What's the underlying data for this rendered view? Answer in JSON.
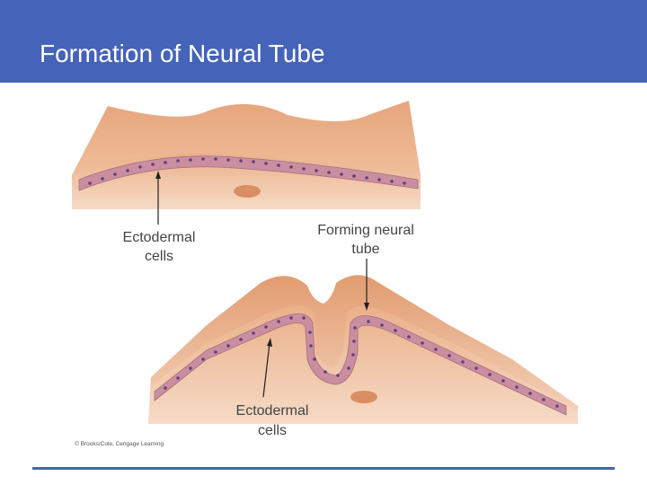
{
  "slide": {
    "title": "Formation of Neural Tube"
  },
  "figure": {
    "labels": {
      "top_ectoderm": [
        "Ectodermal",
        "cells"
      ],
      "neural_tube": [
        "Forming neural",
        "tube"
      ],
      "bottom_ectoderm": [
        "Ectodermal",
        "cells"
      ]
    },
    "credit": "© Brooks/Cole, Cengage Learning"
  },
  "colors": {
    "header": "#4563b9",
    "tissue": "#eab089",
    "tissue_dark": "#d98f61",
    "ectoderm": "#c98fa0",
    "nucleus": "#6b3c7a"
  }
}
